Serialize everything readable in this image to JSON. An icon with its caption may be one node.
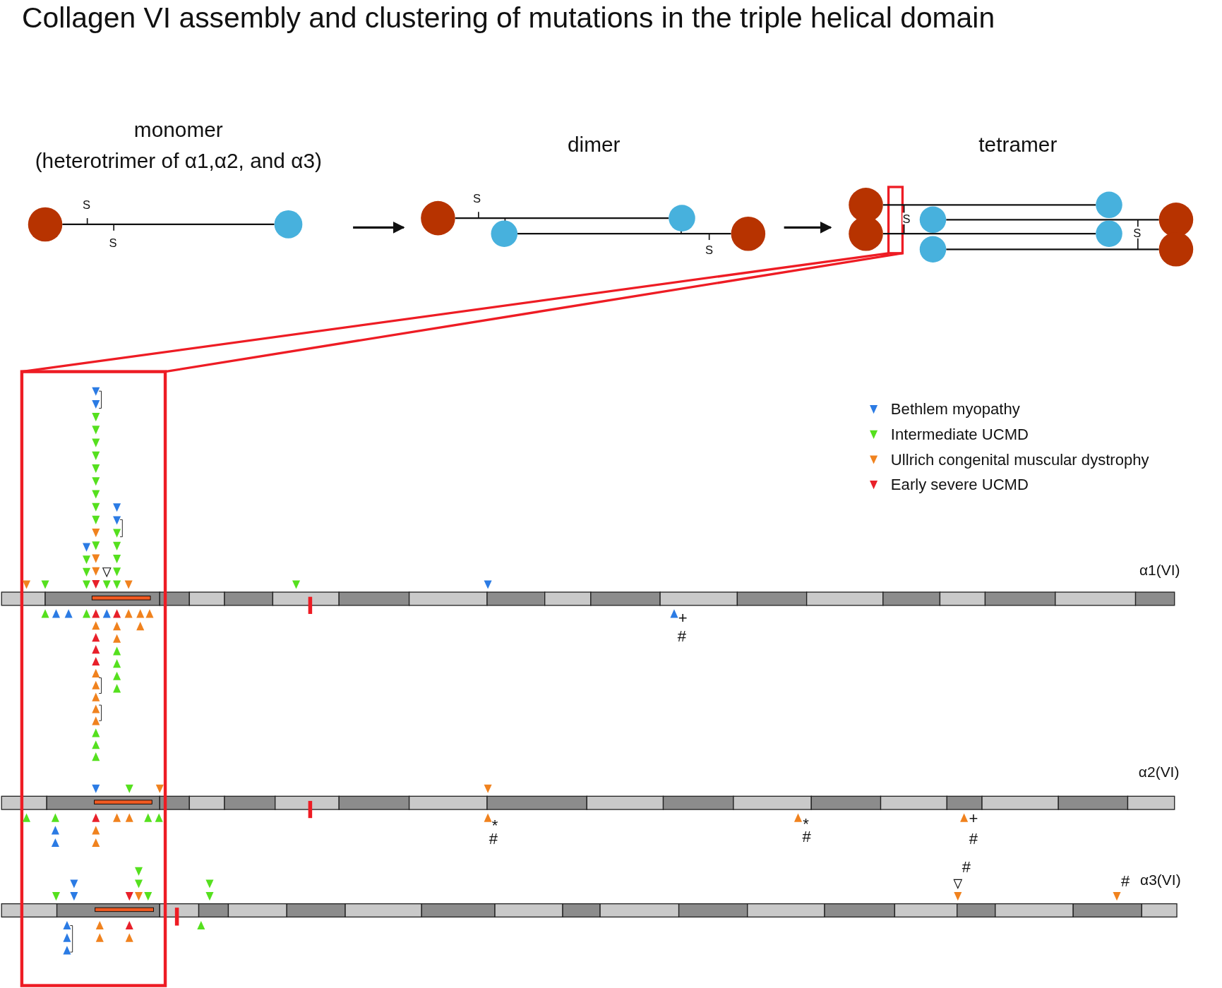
{
  "diagram": {
    "title": "Collagen VI assembly and clustering of mutations in the triple helical domain",
    "nodes": [
      {
        "text": [
          "monomer",
          "(heterotrimer of α1,α2, and α3)"
        ]
      },
      {
        "text": [
          "dimer"
        ]
      },
      {
        "text": [
          "tetramer"
        ]
      }
    ],
    "edges": [
      {
        "from": 0,
        "to": 1,
        "arrow": "to"
      },
      {
        "from": 1,
        "to": 2,
        "arrow": "to"
      }
    ],
    "labels": [
      "S",
      "S",
      "S",
      "S",
      "S",
      "S",
      "α1(VI)",
      "+",
      "#",
      "α2(VI)",
      "*",
      "#",
      "*",
      "#",
      "+",
      "#",
      "#",
      "#",
      "α3(VI)"
    ],
    "legend": [
      {
        "text": "Bethlem myopathy",
        "color": "#2b7be4"
      },
      {
        "text": "Intermediate UCMD",
        "color": "#55e01e"
      },
      {
        "text": "Ullrich congenital muscular dystrophy",
        "color": "#f0821e"
      },
      {
        "text": "Early severe UCMD",
        "color": "#e8202a"
      }
    ]
  }
}
